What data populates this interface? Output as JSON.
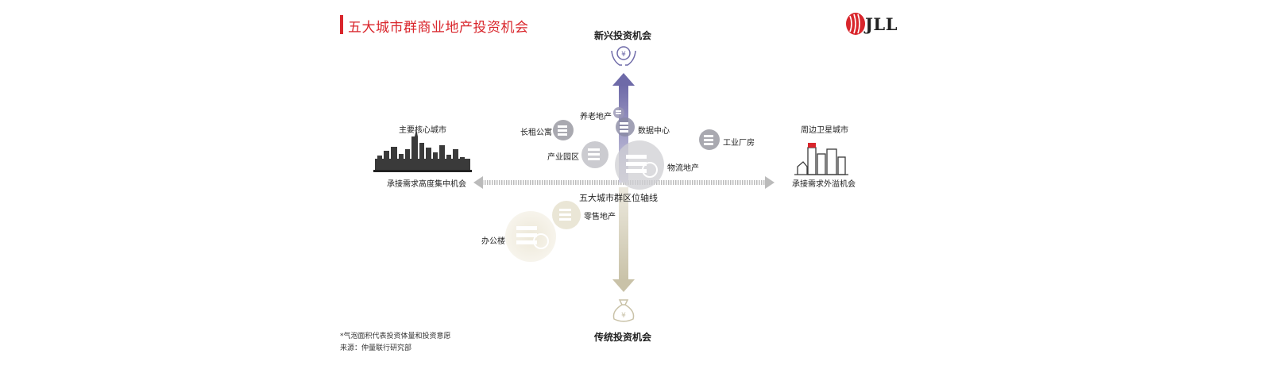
{
  "title": "五大城市群商业地产投资机会",
  "logo_text": "JLL",
  "axes": {
    "top": "新兴投资机会",
    "bottom": "传统投资机会",
    "left_top": "主要核心城市",
    "left_bottom": "承接需求高度集中机会",
    "right_top": "周边卫星城市",
    "right_bottom": "承接需求外溢机会",
    "center": "五大城市群区位轴线"
  },
  "bubbles": [
    {
      "label": "养老地产"
    },
    {
      "label": "长租公寓"
    },
    {
      "label": "数据中心"
    },
    {
      "label": "工业厂房"
    },
    {
      "label": "产业园区"
    },
    {
      "label": "物流地产"
    },
    {
      "label": "零售地产"
    },
    {
      "label": "办公楼"
    }
  ],
  "footnote": "*气泡面积代表投资体量和投资意愿",
  "source": "来源：仲量联行研究部",
  "colors": {
    "accent_red": "#d9262c",
    "purple": "#6e6aa8",
    "gray_bubble": "#8c8c96",
    "beige": "#c9c2a8",
    "arrow_gray": "#b8b8b8"
  }
}
